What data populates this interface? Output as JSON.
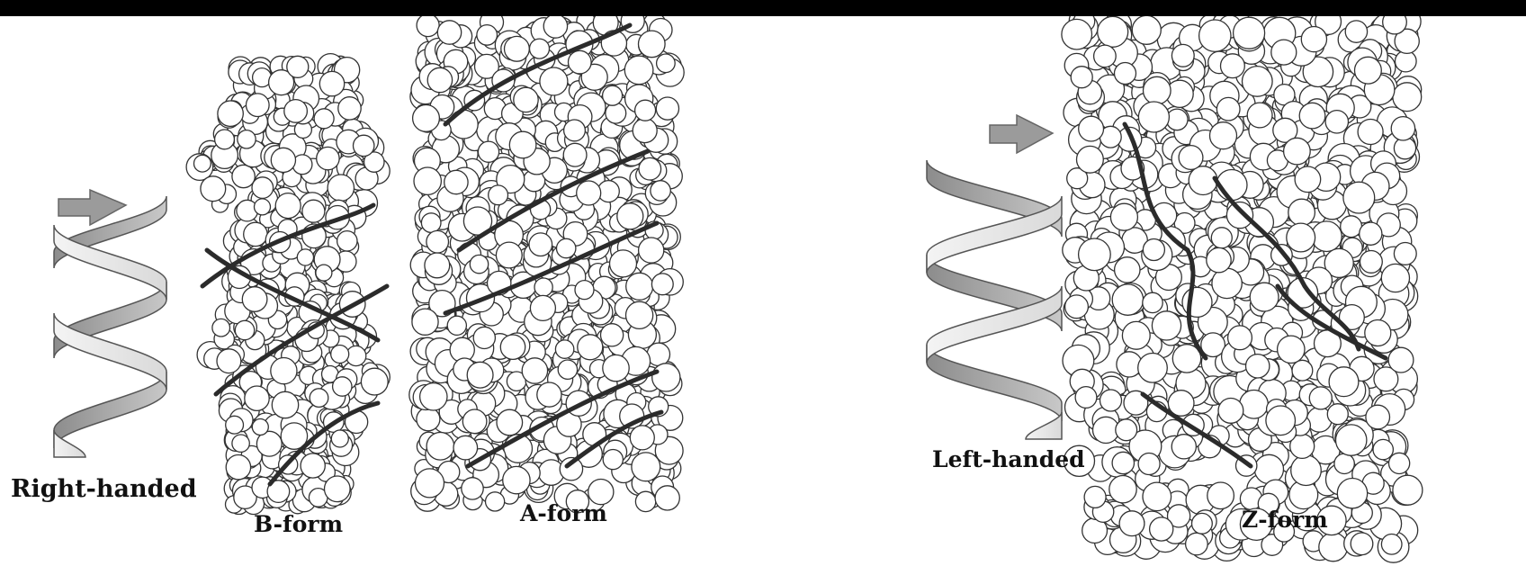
{
  "labels": {
    "right_handed": "Right-handed",
    "b_form": "B-form",
    "a_form": "A-form",
    "left_handed": "Left-handed",
    "z_form": "Z-form"
  },
  "colors": {
    "background": "#ffffff",
    "frame": "#000000",
    "ink": "#222222",
    "ribbon_light": "#efefef",
    "ribbon_dark": "#a9a9a9",
    "arrow": "#9b9b9b"
  },
  "icons": [
    "right-handed-helix-ribbon-icon",
    "left-handed-helix-ribbon-icon",
    "b-dna-space-filling-model",
    "a-dna-space-filling-model",
    "z-dna-space-filling-model"
  ]
}
